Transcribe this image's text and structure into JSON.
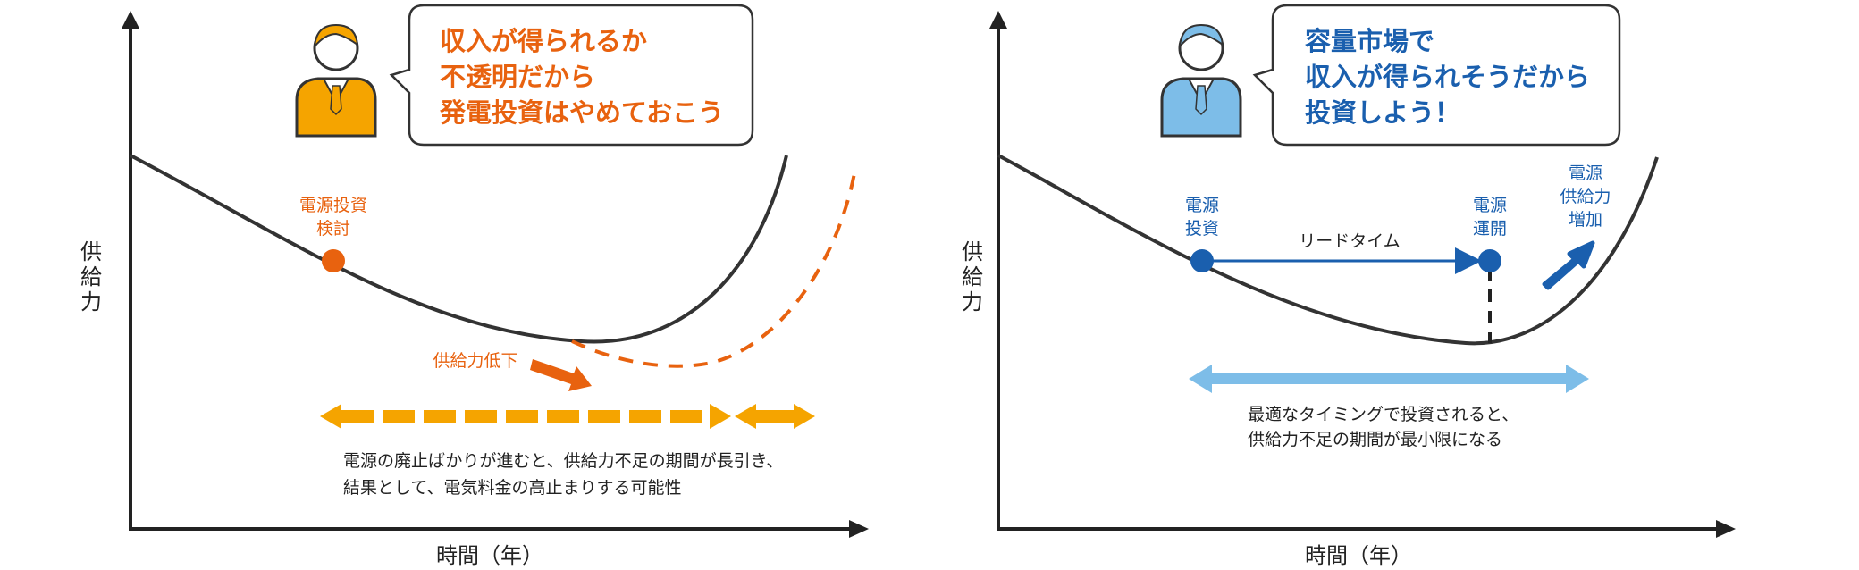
{
  "colors": {
    "orange": "#e8620f",
    "amber": "#f5a400",
    "blue": "#1a5fae",
    "light_blue": "#7dbde8",
    "curve": "#333333",
    "axis": "#222222"
  },
  "left_panel": {
    "bubble_lines": [
      "収入が得られるか",
      "不透明だから",
      "発電投資はやめておこう"
    ],
    "point_label_lines": [
      "電源投資",
      "検討"
    ],
    "decline_label": "供給力低下",
    "note_lines": [
      "電源の廃止ばかりが進むと、供給力不足の期間が長引き、",
      "結果として、電気料金の高止まりする可能性"
    ],
    "y_label_chars": [
      "供",
      "給",
      "力"
    ],
    "x_label": "時間（年）",
    "person_icon": "person-orange-icon"
  },
  "right_panel": {
    "bubble_lines": [
      "容量市場で",
      "収入が得られそうだから",
      "投資しよう！"
    ],
    "invest_label_lines": [
      "電源",
      "投資"
    ],
    "operate_label_lines": [
      "電源",
      "運開"
    ],
    "increase_label_lines": [
      "電源",
      "供給力",
      "増加"
    ],
    "lead_time_label": "リードタイム",
    "note_lines": [
      "最適なタイミングで投資されると、",
      "供給力不足の期間が最小限になる"
    ],
    "y_label_chars": [
      "供",
      "給",
      "力"
    ],
    "x_label": "時間（年）",
    "person_icon": "person-blue-icon"
  }
}
